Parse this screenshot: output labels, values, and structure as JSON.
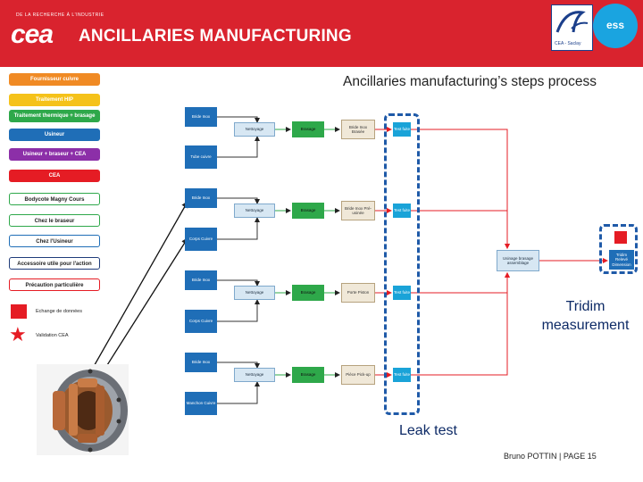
{
  "header": {
    "small_text": "DE LA RECHERCHE À L'INDUSTRIE",
    "logo_text": "cea",
    "title": "ANCILLARIES MANUFACTURING",
    "partner_logo1_text": "CEA - Saclay",
    "partner_logo2_text": "ess"
  },
  "legend": {
    "items": [
      {
        "label": "Fournisseur cuivre",
        "color": "#f08a24",
        "style": "filled"
      },
      {
        "label": "Traitement HIP",
        "color": "#f5c21a",
        "style": "filled"
      },
      {
        "label": "Traitement thermique + brasage",
        "color": "#2ea84a",
        "style": "filled"
      },
      {
        "label": "Usineur",
        "color": "#1f6eb7",
        "style": "filled"
      },
      {
        "label": "Usineur + braseur + CEA",
        "color": "#8c2fa8",
        "style": "filled"
      },
      {
        "label": "CEA",
        "color": "#e51c24",
        "style": "filled"
      },
      {
        "label": "Bodycote Magny Cours",
        "color": "#2ea84a",
        "style": "outline"
      },
      {
        "label": "Chez le braseur",
        "color": "#2ea84a",
        "style": "outline"
      },
      {
        "label": "Chez l'Usineur",
        "color": "#1f6eb7",
        "style": "outline"
      },
      {
        "label": "Accessoire utile pour l'action",
        "color": "#1f3c7a",
        "style": "outline"
      },
      {
        "label": "Précaution particulière",
        "color": "#e51c24",
        "style": "outline"
      }
    ],
    "data_exchange_label": "Echange de données",
    "validation_label": "Validation CEA"
  },
  "diagram": {
    "subtitle": "Ancillaries manufacturing’s steps process",
    "rows": [
      {
        "source": "Bride Inox",
        "part": "Tube cuivre",
        "clean": "Nettoyage",
        "braze": "Brasage",
        "assembly": "Bride Inox Brasée",
        "test": "Test fuite"
      },
      {
        "source": "Bride Inox",
        "part": "Corps Cuivre",
        "clean": "Nettoyage",
        "braze": "Brasage",
        "assembly": "Bride Inox Pré-usinée",
        "test": "Test fuite"
      },
      {
        "source": "Bride Inox",
        "part": "Corps Cuivre",
        "clean": "Nettoyage",
        "braze": "Brasage",
        "assembly": "Porte Piston",
        "test": "Test fuite"
      },
      {
        "source": "Bride Inox",
        "part": "Manchon Cuivre",
        "clean": "Nettoyage",
        "braze": "Brasage",
        "assembly": "Pièce Pick-up",
        "test": "Test fuite"
      }
    ],
    "final_node": "Usinage brasage assemblage",
    "tridim_node": "Tridim Relevé Dimension",
    "annotation_tridim": "Tridim measurement",
    "annotation_leak": "Leak test"
  },
  "footer": {
    "author": "Bruno POTTIN",
    "separator": "|",
    "page": "PAGE 15"
  },
  "colors": {
    "header_red": "#d9232e",
    "arrow_red": "#e51c24",
    "dash_blue": "#1f5aa8",
    "annotation_navy": "#0d2a66"
  }
}
